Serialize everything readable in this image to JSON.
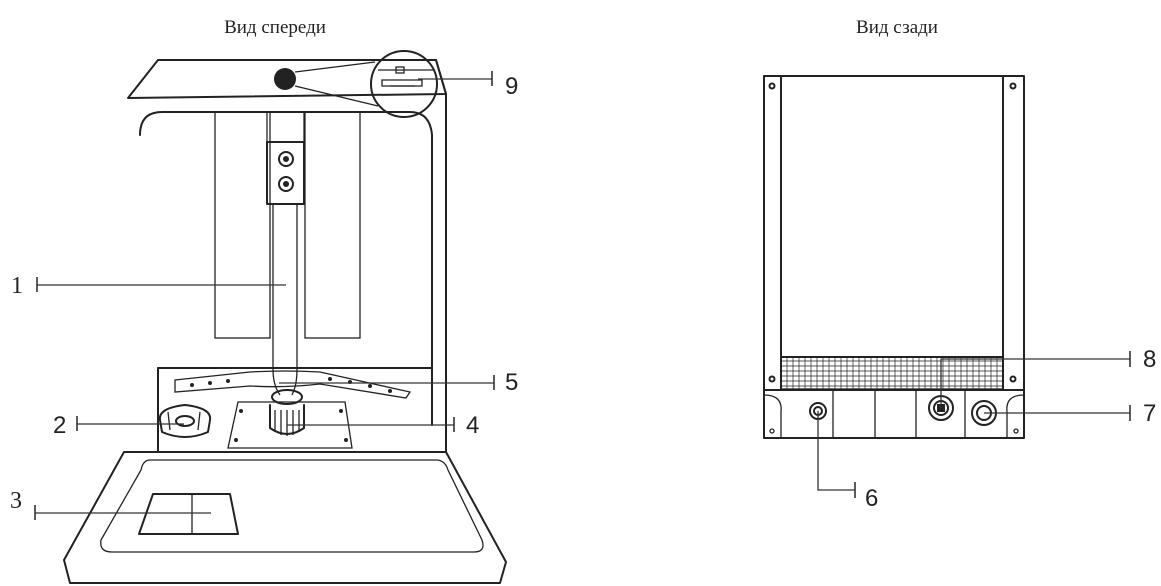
{
  "views": {
    "front": {
      "title": "Вид спереди"
    },
    "back": {
      "title": "Вид сзади"
    }
  },
  "callouts": [
    {
      "id": "1",
      "label": "1"
    },
    {
      "id": "2",
      "label": "2"
    },
    {
      "id": "3",
      "label": "3"
    },
    {
      "id": "4",
      "label": "4"
    },
    {
      "id": "5",
      "label": "5"
    },
    {
      "id": "6",
      "label": "6"
    },
    {
      "id": "7",
      "label": "7"
    },
    {
      "id": "8",
      "label": "8"
    },
    {
      "id": "9",
      "label": "9"
    }
  ],
  "colors": {
    "line": "#222222",
    "background": "#ffffff"
  }
}
